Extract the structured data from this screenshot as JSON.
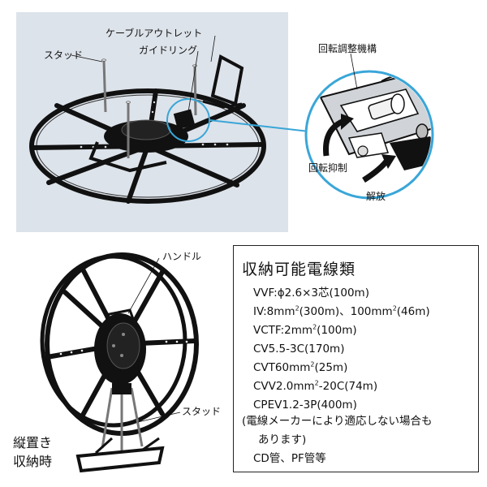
{
  "top_diagram": {
    "labels": {
      "cable_outlet": "ケーブルアウトレット",
      "guide_ring": "ガイドリング",
      "stud": "スタッド"
    }
  },
  "detail_diagram": {
    "title": "回転調整機構",
    "brake_label": "回転抑制",
    "release_label": "解放"
  },
  "bottom_diagram": {
    "handle_label": "ハンドル",
    "stud_label": "スタッド",
    "caption_line1": "縦置き",
    "caption_line2": "収納時"
  },
  "specs": {
    "title": "収納可能電線類",
    "items": [
      {
        "pre": "VVF:ϕ2.6×3芯(100m)"
      },
      {
        "pre": "IV:8mm",
        "sup1": "2",
        "mid": "(300m)、100mm",
        "sup2": "2",
        "post": "(46m)"
      },
      {
        "pre": "VCTF:2mm",
        "sup1": "2",
        "mid": "(100m)"
      },
      {
        "pre": "CV5.5-3C(170m)"
      },
      {
        "pre": "CVT60mm",
        "sup1": "2",
        "mid": "(25m)"
      },
      {
        "pre": "CVV2.0mm",
        "sup1": "2",
        "mid": "-20C(74m)"
      },
      {
        "pre": "CPEV1.2-3P(400m)"
      }
    ],
    "note_line1": "(電線メーカーにより適応しない場合も",
    "note_line2": "あります)",
    "conduit": "CD管、PF管等"
  }
}
